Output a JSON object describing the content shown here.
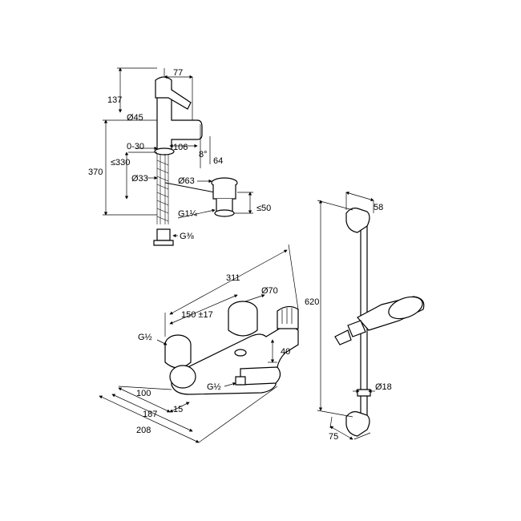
{
  "basin_mixer": {
    "dim_77": "77",
    "dim_137": "137",
    "dim_45": "Ø45",
    "dim_0_30": "0-30",
    "dim_106": "106",
    "dim_8deg": "8°",
    "dim_64": "64",
    "dim_370": "370",
    "dim_330": "≤330",
    "dim_33": "Ø33",
    "dim_63": "Ø63",
    "dim_50": "≤50",
    "dim_g114": "G1¼",
    "dim_g38": "G⅜"
  },
  "bath_mixer": {
    "dim_311": "311",
    "dim_70": "Ø70",
    "dim_150": "150 ±17",
    "dim_g12_left": "G½",
    "dim_40": "40",
    "dim_g12_bottom": "G½",
    "dim_100": "100",
    "dim_187": "187",
    "dim_15": "15",
    "dim_208": "208"
  },
  "shower_rail": {
    "dim_58": "58",
    "dim_620": "620",
    "dim_18": "Ø18",
    "dim_75": "75"
  }
}
